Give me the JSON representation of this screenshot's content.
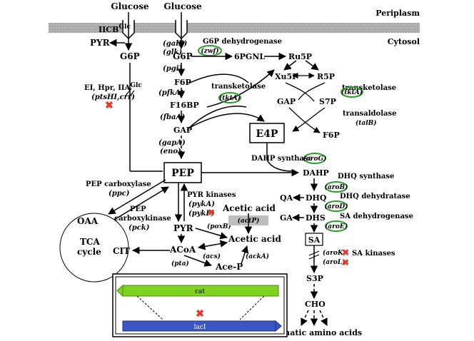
{
  "membrane": {
    "periplasm": "Periplasm",
    "cytosol": "Cytosol"
  },
  "transport": {
    "glucose_left": "Glucose",
    "glucose_right": "Glucose",
    "iicb": "IICB",
    "iicb_sup": "Glc",
    "pts_label": "EI, Hpr, IIA",
    "pts_sup": "Glc",
    "pts_genes": "(ptsHI,crr)"
  },
  "metabolites": {
    "pyr_top": "PYR",
    "g6p_left": "G6P",
    "g6p": "G6P",
    "pgnl": "6PGNL",
    "ru5p": "Ru5P",
    "xu5p": "Xu5P",
    "r5p": "R5P",
    "s7p": "S7P",
    "gap_ppp": "GAP",
    "f6p_ppp": "F6P",
    "f6p": "F6P",
    "f16bp": "F16BP",
    "gap": "GAP",
    "e4p": "E4P",
    "pep": "PEP",
    "dahp": "DAHP",
    "dhq": "DHQ",
    "qa": "QA",
    "dhs": "DHS",
    "ga": "GA",
    "sa": "SA",
    "s3p": "S3P",
    "cho": "CHO",
    "aromatic": "Aromatic amino acids",
    "oaa": "OAA",
    "cit": "CIT",
    "pyr": "PYR",
    "acoa": "ACoA",
    "acetic_acid": "Acetic acid",
    "acetic_acid_ext": "Acetic acid",
    "acep": "Ace-P",
    "tca": "TCA",
    "cycle": "cycle"
  },
  "enzymes": {
    "galp": "(galP)",
    "glk": "(glk)",
    "g6pdh": "G6P dehydrogenase",
    "zwf": "(zwf)",
    "pgi": "(pgi)",
    "pfka": "(pfkA)",
    "fbaa": "(fbaA)",
    "gapa": "(gapA)",
    "eno": "(eno)",
    "transketolase_mid": "transketolase",
    "tkta_mid": "(tktA)",
    "transketolase_right": "transketolase",
    "tkta_right": "(tktA)",
    "transaldolase": "transaldolase",
    "talb": "(talB)",
    "dahp_synthase": "DAHP synthase",
    "arog": "(aroG)",
    "dhq_synthase": "DHQ synthase",
    "arob": "(aroB)",
    "dhq_dehydratase": "DHQ dehydratase",
    "arod": "(aroD)",
    "sa_dehydrogenase": "SA dehydrogenase",
    "aroe": "(aroE)",
    "arok": "(aroK)",
    "arol": "(aroL)",
    "sa_kinases": "SA kinases",
    "pep_carboxylase": "PEP carboxylase",
    "ppc": "(ppc)",
    "pep_carboxykinase_1": "PEP",
    "pep_carboxykinase_2": "carboxykinase",
    "pck": "(pck)",
    "pyr_kinases": "PYR kinases",
    "pyka": "(pykA)",
    "pykf": "(pykF)",
    "poxb": "(poxB)",
    "acs": "(acs)",
    "pta": "(pta)",
    "acka": "(ackA)",
    "actp": "(actP)"
  },
  "inset": {
    "top_bar": "cat",
    "bottom_bar": "lacI"
  },
  "colors": {
    "membrane": "#b5b5b5",
    "green_ring": "#2e9e2e",
    "knockout": "#e8382c",
    "cat_bar": "#7ed321",
    "laci_bar": "#3a55c4",
    "actp_bar": "#bdbdbd"
  }
}
